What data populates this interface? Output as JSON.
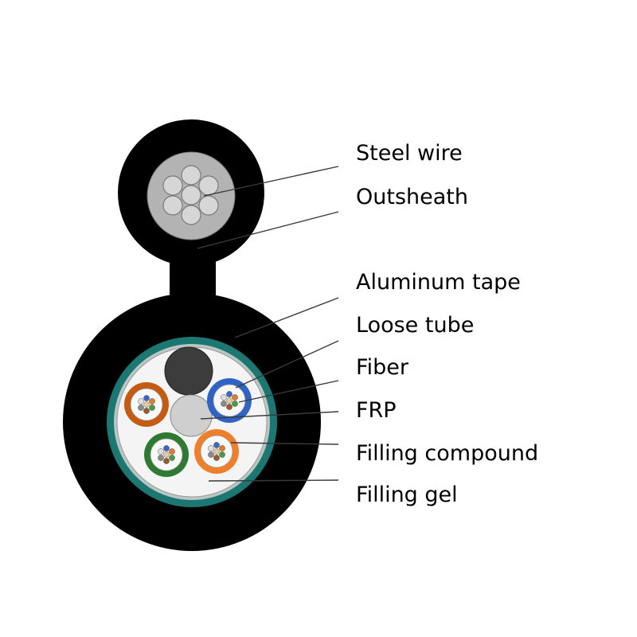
{
  "diagram": {
    "labels": [
      {
        "key": "steel_wire",
        "text": "Steel wire"
      },
      {
        "key": "outsheath",
        "text": "Outsheath"
      },
      {
        "key": "aluminum_tape",
        "text": "Aluminum tape"
      },
      {
        "key": "loose_tube",
        "text": "Loose tube"
      },
      {
        "key": "fiber",
        "text": "Fiber"
      },
      {
        "key": "frp",
        "text": "FRP"
      },
      {
        "key": "filling_compound",
        "text": "Filling compound"
      },
      {
        "key": "filling_gel",
        "text": "Filling gel"
      }
    ]
  },
  "colors": {
    "sheath": "#000000",
    "messenger_core": "#b3b3b3",
    "steel_strand": "#d6d6d6",
    "aluminum_tape": "#1c7772",
    "tape_edge": "#b9c6c4",
    "core_fill": "#f4f4f4",
    "frp": "#cfcfcf",
    "filler_rod": "#3c3c3c",
    "tube_orange_dark": "#c55a11",
    "tube_blue": "#2f63c4",
    "tube_green": "#2f7a33",
    "tube_orange": "#ef7f2a",
    "tube_interior": "#f8f8f8"
  }
}
